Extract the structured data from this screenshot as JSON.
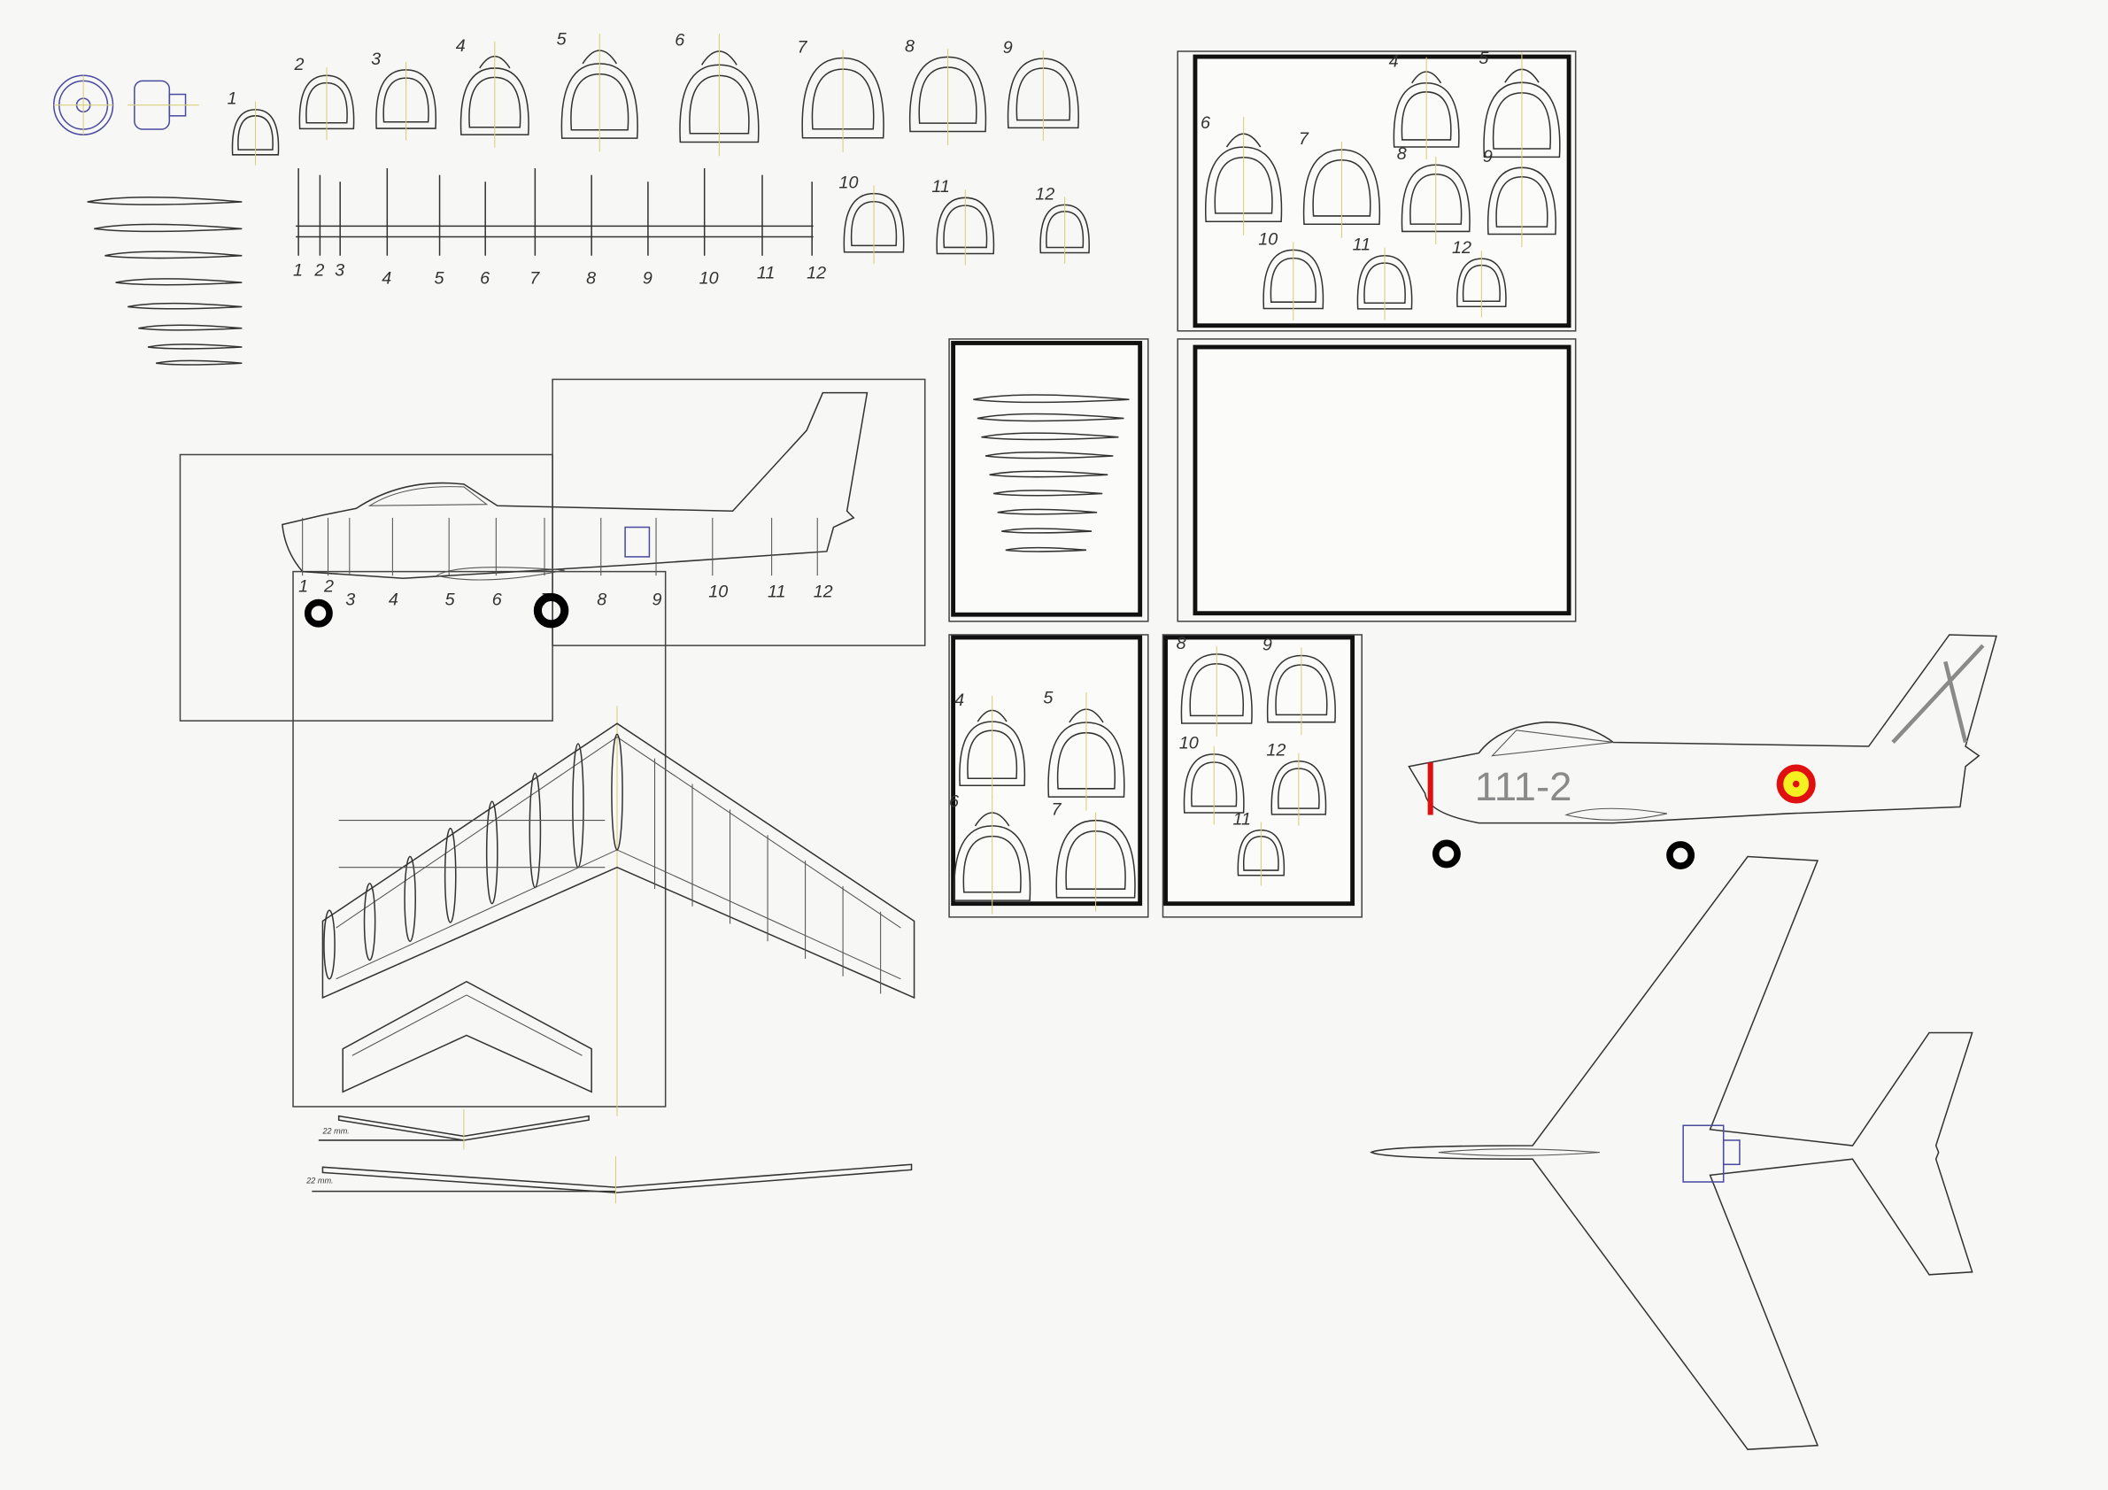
{
  "formers_top": [
    {
      "label": "1"
    },
    {
      "label": "2"
    },
    {
      "label": "3"
    },
    {
      "label": "4"
    },
    {
      "label": "5"
    },
    {
      "label": "6"
    },
    {
      "label": "7"
    },
    {
      "label": "8"
    },
    {
      "label": "9"
    },
    {
      "label": "10"
    },
    {
      "label": "11"
    },
    {
      "label": "12"
    }
  ],
  "stations": [
    "1",
    "2",
    "3",
    "4",
    "5",
    "6",
    "7",
    "8",
    "9",
    "10",
    "11",
    "12"
  ],
  "side_view_stations": [
    "1",
    "2",
    "3",
    "4",
    "5",
    "6",
    "7",
    "8",
    "9",
    "10",
    "11",
    "12"
  ],
  "sheet_a_labels": [
    "4",
    "5",
    "6",
    "7",
    "8",
    "9",
    "10",
    "11",
    "12"
  ],
  "sheet_e_labels": [
    "4",
    "5",
    "6",
    "7"
  ],
  "sheet_f_labels": [
    "8",
    "9",
    "10",
    "12",
    "11"
  ],
  "dihedral": {
    "tail_label": "22 mm.",
    "wing_label": "22 mm."
  },
  "marking": {
    "serial": "111-2"
  },
  "colors": {
    "roundel_outer": "#e01010",
    "roundel_inner": "#f5f020",
    "stripe": "#e01010",
    "serial": "#8a8a8a",
    "line": "#333333"
  }
}
